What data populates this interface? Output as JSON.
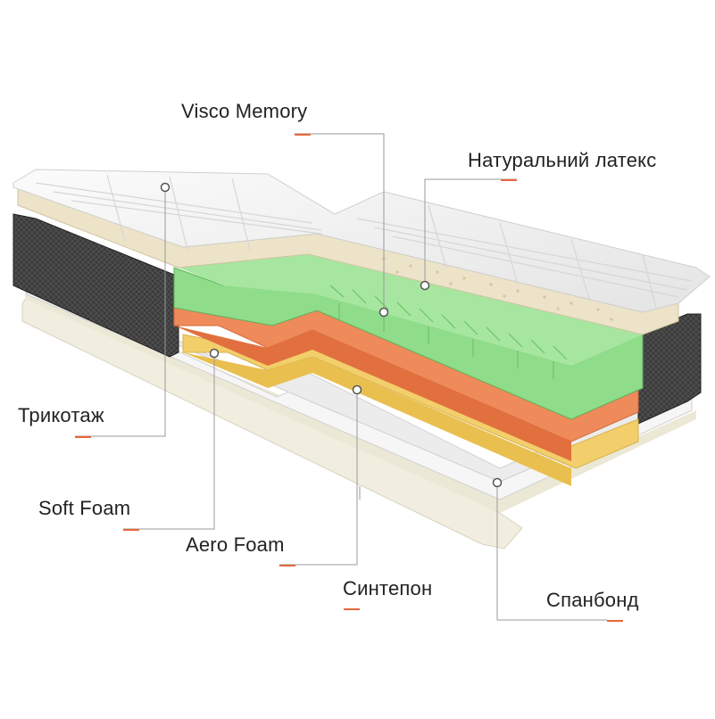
{
  "layers": [
    {
      "key": "visco",
      "label": "Visco Memory"
    },
    {
      "key": "latex",
      "label": "Натуральний латекс"
    },
    {
      "key": "knit",
      "label": "Трикотаж"
    },
    {
      "key": "soft",
      "label": "Soft Foam"
    },
    {
      "key": "aero",
      "label": "Aero Foam"
    },
    {
      "key": "synth",
      "label": "Синтепон"
    },
    {
      "key": "spunbond",
      "label": "Спанбонд"
    }
  ],
  "colors": {
    "accent_tick": "#e8663a",
    "leader_line": "#9a9a9a",
    "knit_fabric": "#3a3a3a",
    "cover": "#f2f2f2",
    "latex": "#ece3c8",
    "visco": "#8fdc8a",
    "soft_foam": "#ef8a5a",
    "aero_foam": "#f2cf6a",
    "base": "#f3f0e2"
  }
}
